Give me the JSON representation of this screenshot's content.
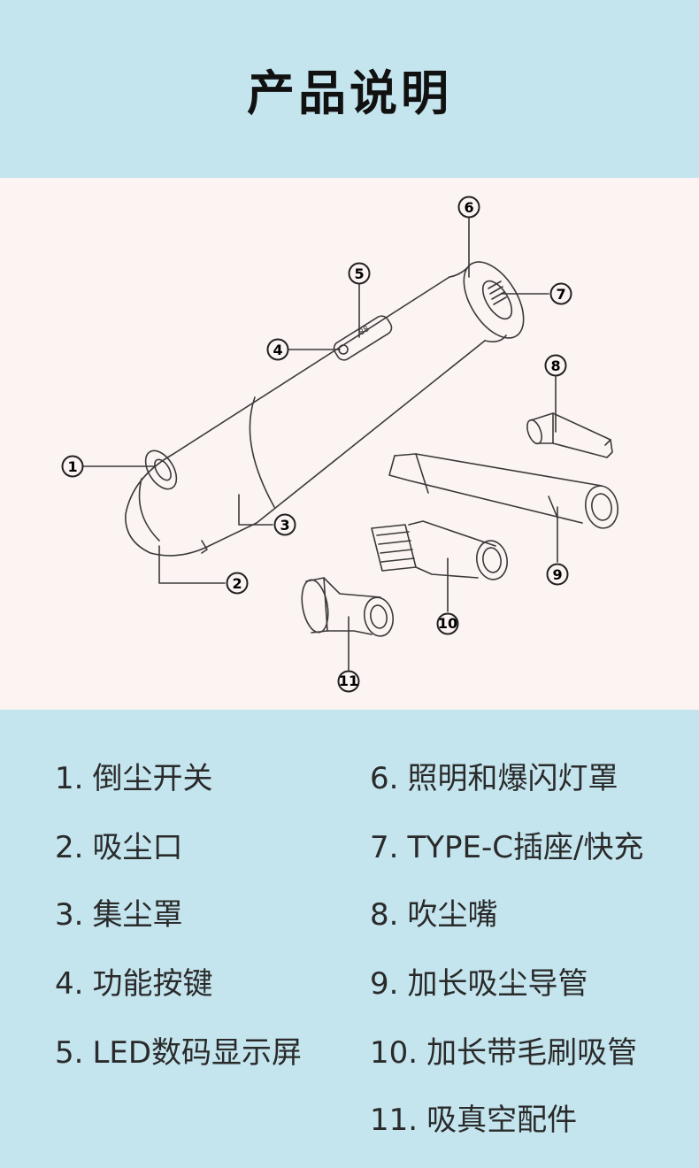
{
  "header": {
    "title": "产品说明"
  },
  "callouts": [
    {
      "id": "c1",
      "label": "1"
    },
    {
      "id": "c2",
      "label": "2"
    },
    {
      "id": "c3",
      "label": "3"
    },
    {
      "id": "c4",
      "label": "4"
    },
    {
      "id": "c5",
      "label": "5"
    },
    {
      "id": "c6",
      "label": "6"
    },
    {
      "id": "c7",
      "label": "7"
    },
    {
      "id": "c8",
      "label": "8"
    },
    {
      "id": "c9",
      "label": "9"
    },
    {
      "id": "c10",
      "label": "10"
    },
    {
      "id": "c11",
      "label": "11"
    }
  ],
  "legend": {
    "items": [
      {
        "num": "1.",
        "text": "倒尘开关"
      },
      {
        "num": "2.",
        "text": "吸尘口"
      },
      {
        "num": "3.",
        "text": "集尘罩"
      },
      {
        "num": "4.",
        "text": "功能按键"
      },
      {
        "num": "5.",
        "text": "LED数码显示屏"
      },
      {
        "num": "6.",
        "text": "照明和爆闪灯罩"
      },
      {
        "num": "7.",
        "text": "TYPE-C插座/快充"
      },
      {
        "num": "8.",
        "text": "吹尘嘴"
      },
      {
        "num": "9.",
        "text": "加长吸尘导管"
      },
      {
        "num": "10.",
        "text": "加长带毛刷吸管"
      },
      {
        "num": "11.",
        "text": "吸真空配件"
      }
    ]
  }
}
